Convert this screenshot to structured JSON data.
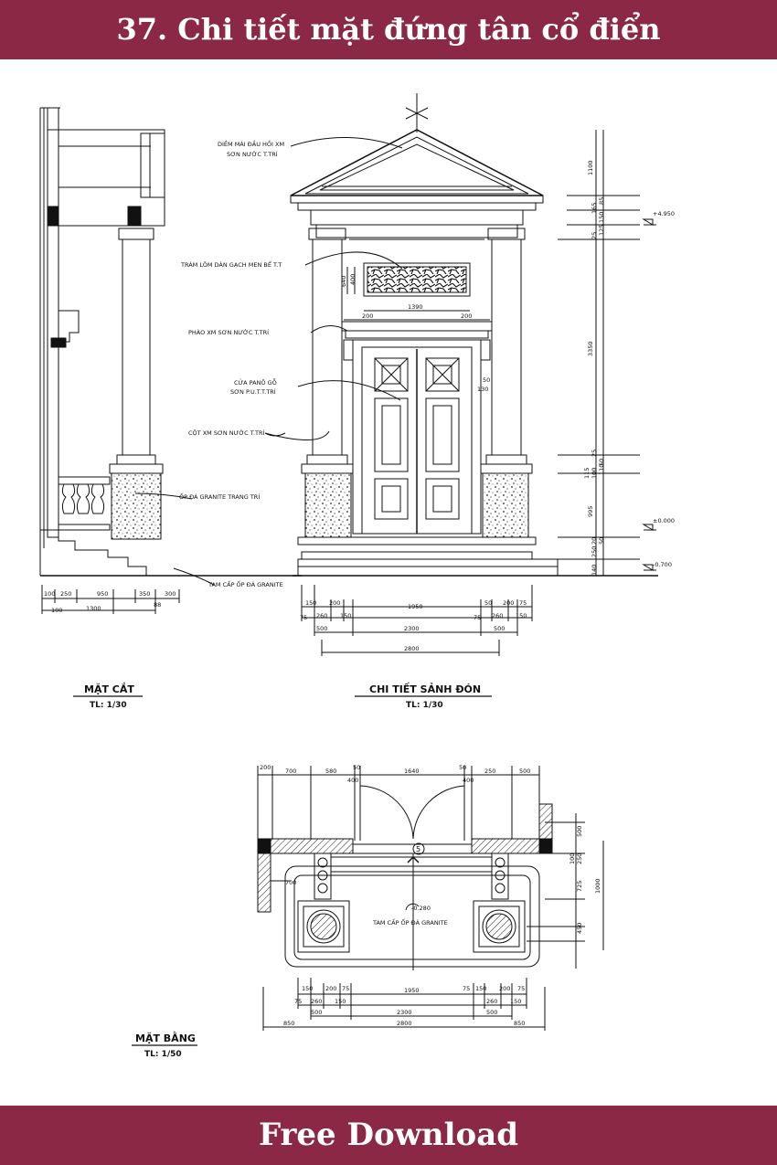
{
  "header": {
    "title": "37. Chi tiết mặt đứng tân cổ điển"
  },
  "footer": {
    "label": "Free Download"
  },
  "elevation": {
    "labels": {
      "pediment": [
        "DIỀM MÁI ĐẦU HỒI XM",
        "SƠN NƯỚC T.TRÍ"
      ],
      "panel": "TRÁM LÕM DÁN GẠCH MEN BỂ T.T",
      "molding": "PHÀO XM SƠN NƯỚC T.TRÍ",
      "door": [
        "CỬA PANÔ GỖ",
        "SƠN P.U.T.T.TRÍ"
      ],
      "column": "CỘT XM SƠN NƯỚC T.TRÍ",
      "granite_cladding": "ỐP ĐÁ GRANITE TRANG TRÍ",
      "steps": "TAM CẤP ỐP ĐÁ GRANITE"
    },
    "levels": [
      "+4.950",
      "±0.000",
      "-0.700"
    ],
    "vertical_dims": [
      "1100",
      "85",
      "165",
      "150",
      "125",
      "25",
      "3350",
      "25",
      "50",
      "110",
      "100",
      "115",
      "995",
      "20",
      "50",
      "250",
      "140",
      "640",
      "400"
    ],
    "panel_dims": [
      "1390",
      "200",
      "200"
    ],
    "door_dims": [
      "50",
      "130"
    ],
    "bottom_dims": {
      "row1": [
        "150",
        "200",
        "1950",
        "50",
        "200",
        "75"
      ],
      "row2": [
        "75",
        "260",
        "150",
        "75",
        "260",
        "150"
      ],
      "row3": [
        "500",
        "2300",
        "500"
      ],
      "row4": [
        "2800"
      ]
    },
    "title": "CHI TIẾT SẢNH ĐÓN",
    "scale": "TL: 1/30"
  },
  "section": {
    "dims_row1": [
      "100",
      "250",
      "950",
      "350",
      "300"
    ],
    "dims_row2": [
      "100",
      "1300",
      "88"
    ],
    "title": "MẶT CẮT",
    "scale": "TL: 1/30"
  },
  "plan": {
    "top_dims": [
      "200",
      "700",
      "580",
      "50",
      "1640",
      "50",
      "250",
      "500"
    ],
    "top_dims_inner": [
      "400",
      "400"
    ],
    "grid": "5",
    "steps_label": "TAM CẤP ỐP ĐÁ GRANITE",
    "level": "-0.280",
    "left_dim": "700",
    "right_dims": [
      "500",
      "100",
      "250",
      "725",
      "1000",
      "450"
    ],
    "bottom_dims": {
      "row1": [
        "150",
        "200",
        "75",
        "1950",
        "75",
        "150",
        "200",
        "75"
      ],
      "row2": [
        "75",
        "260",
        "150",
        "260",
        "150"
      ],
      "row3": [
        "500",
        "2300",
        "500"
      ],
      "row4": [
        "850",
        "2800",
        "850"
      ]
    },
    "title": "MẶT BẰNG",
    "scale": "TL: 1/50"
  }
}
